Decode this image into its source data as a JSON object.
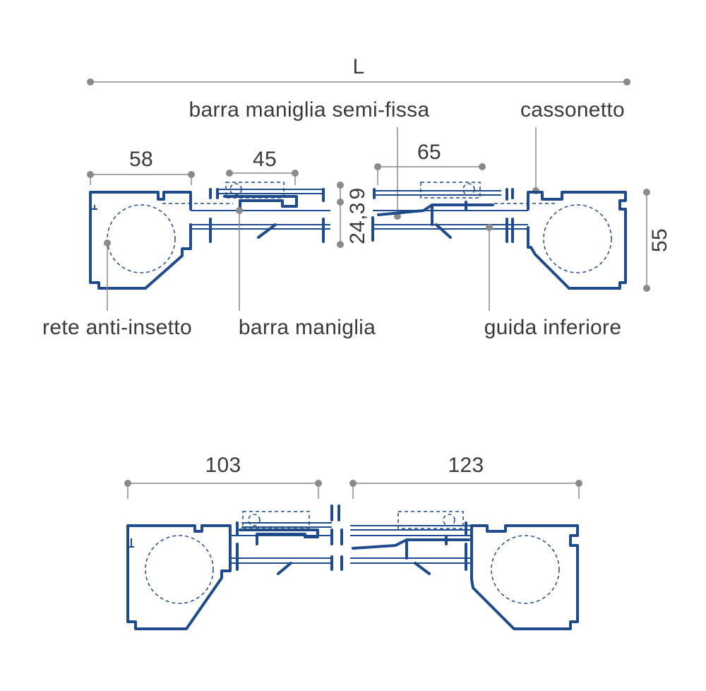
{
  "colors": {
    "profile": "#1f4b8a",
    "dimension": "#8a8a8a",
    "text": "#3a3a3a",
    "background": "#ffffff"
  },
  "dimensions": {
    "total_width": "L",
    "box_width": "58",
    "handle_bar_width": "45",
    "semi_fixed_width": "65",
    "small_height": "9",
    "middle_height": "24,3",
    "total_height": "55",
    "left_assembly": "103",
    "right_assembly": "123"
  },
  "labels": {
    "semi_fixed_handle_bar": "barra maniglia semi-fissa",
    "box": "cassonetto",
    "insect_net": "rete anti-insetto",
    "handle_bar": "barra maniglia",
    "lower_guide": "guida inferiore"
  }
}
